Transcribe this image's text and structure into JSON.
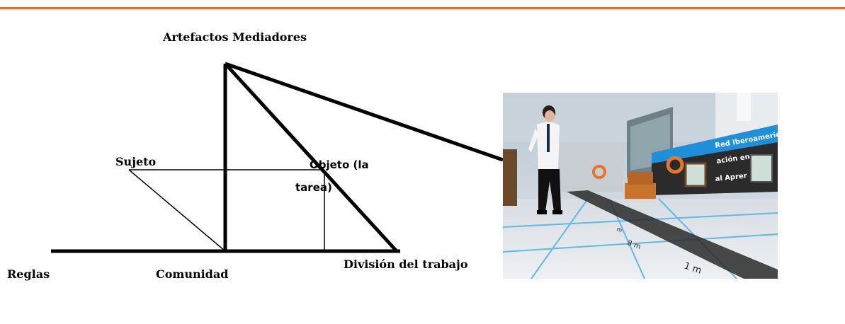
{
  "labels": {
    "artefactos": "Artefactos  Mediadores",
    "sujeto": "Sujeto",
    "objeto_line1": "Objeto (la",
    "objeto_line2": "tarea)",
    "reglas": "Reglas",
    "comunidad": "Comunidad",
    "division": "División del trabajo"
  },
  "photo": {
    "sign_line1": "Red Iberoamericana de",
    "sign_line2": "ación  en",
    "sign_line3": "al  Aprer",
    "ruler_1m": "1 m",
    "ruler_8m": "8 m",
    "ruler_m": "m"
  },
  "colors": {
    "top_rule": "#e0703a",
    "diagram_lines": "#000000",
    "sign_blue": "#1e8fd8"
  }
}
